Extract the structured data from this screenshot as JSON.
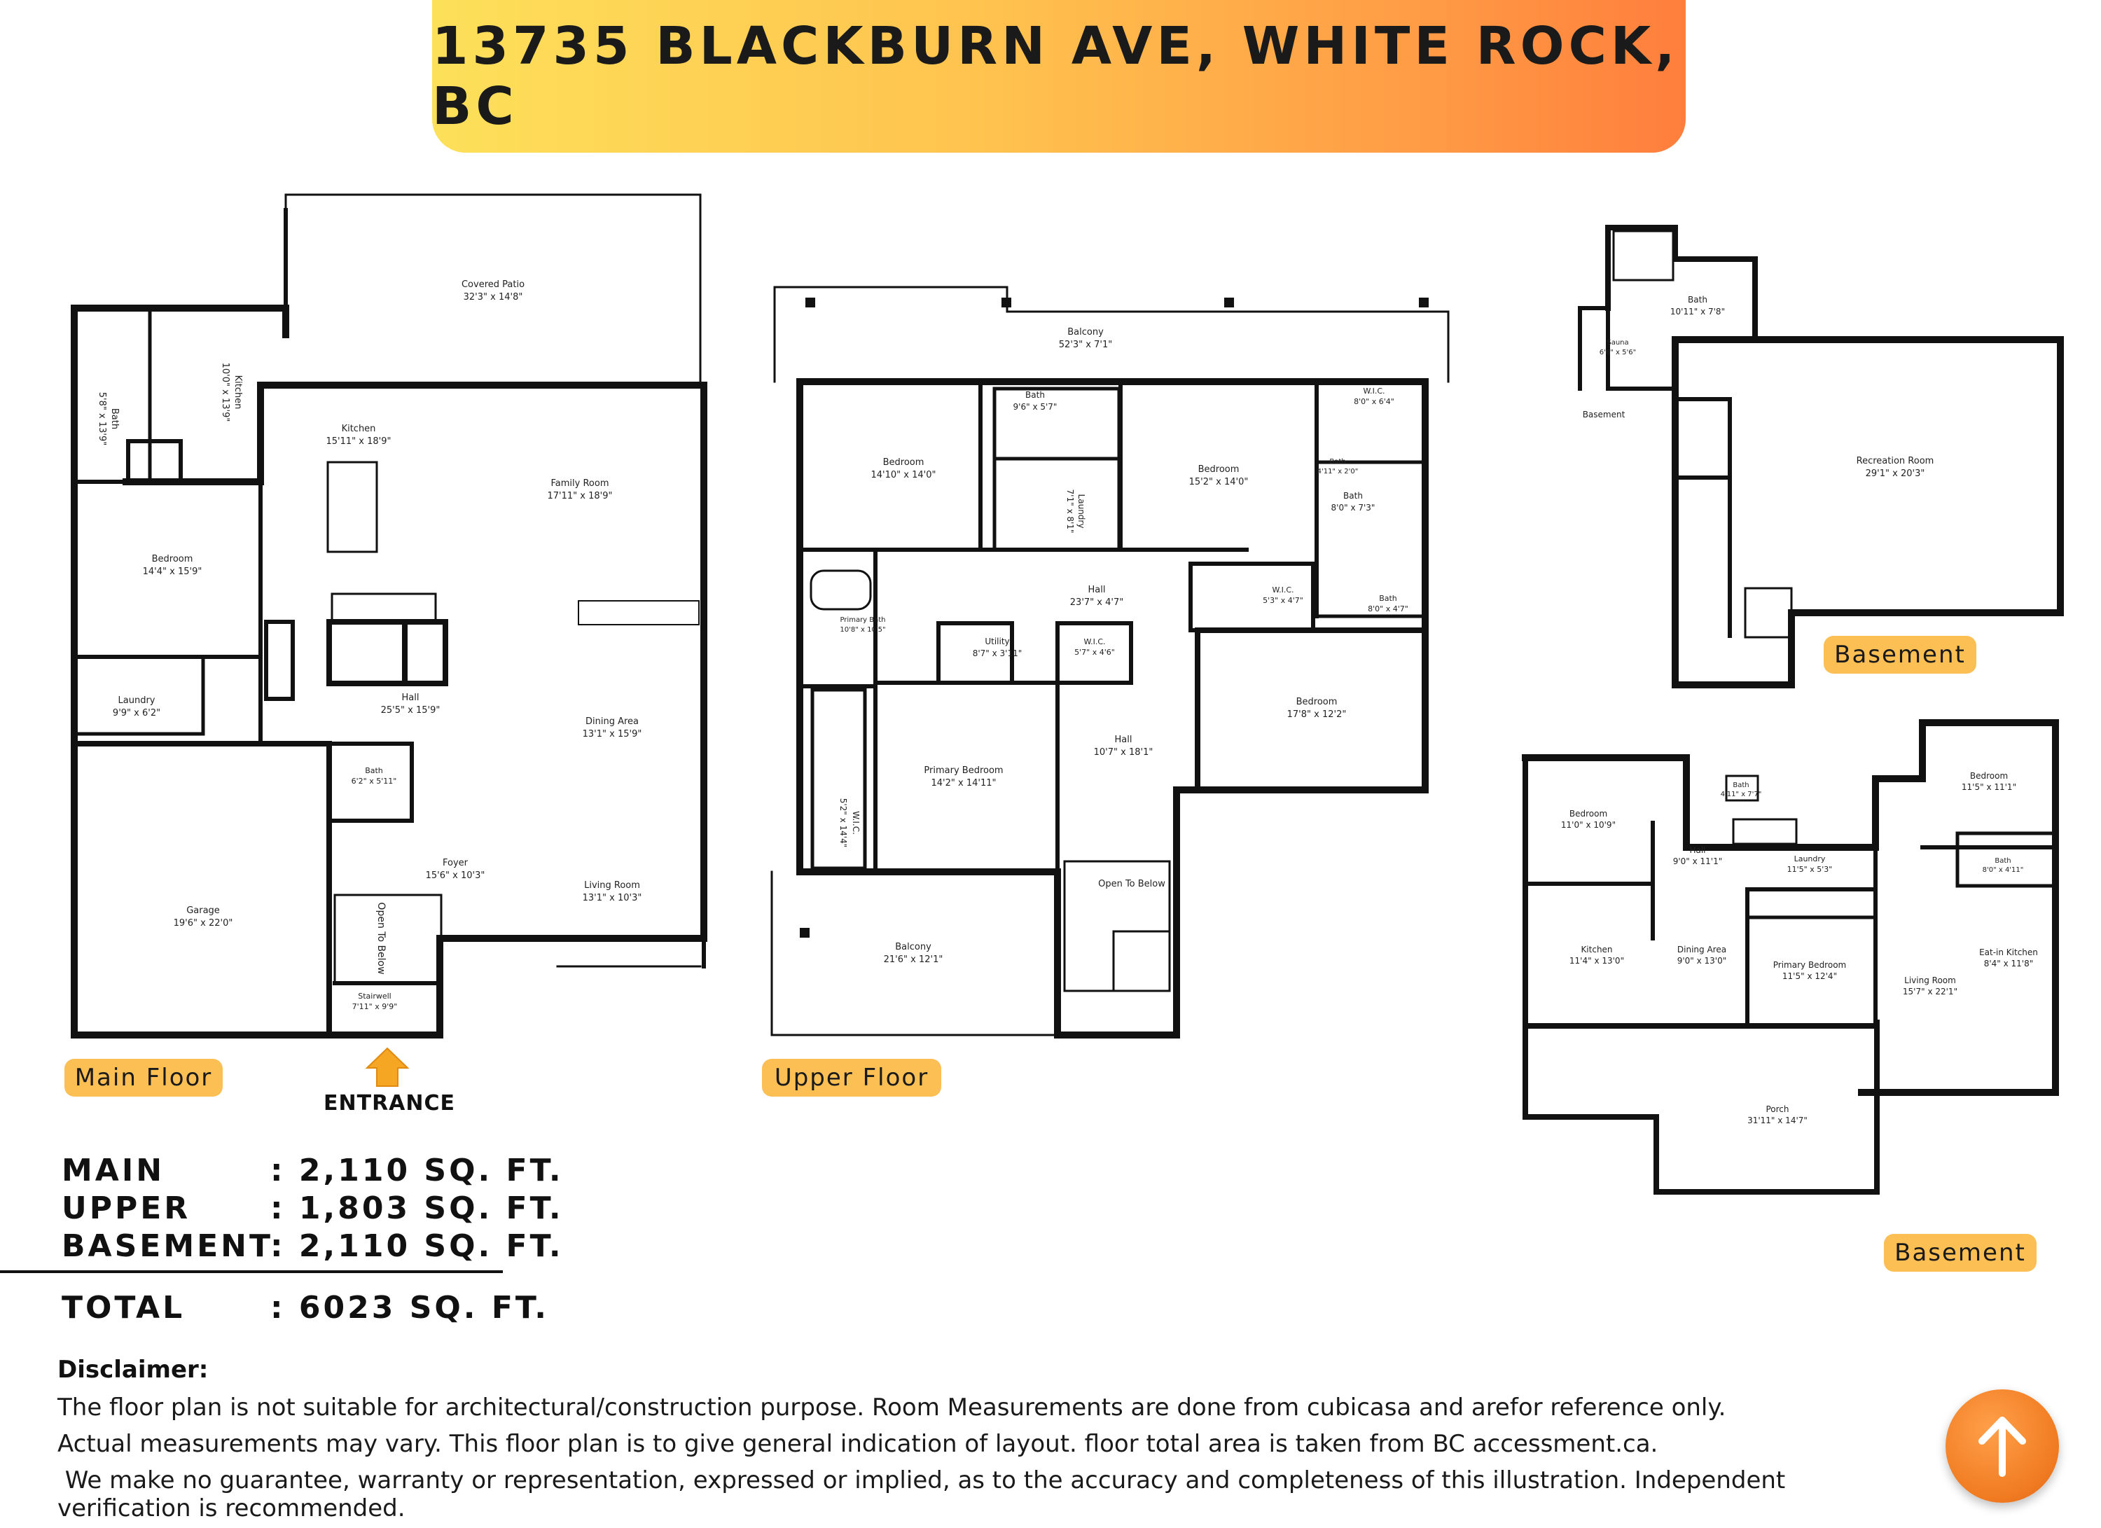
{
  "title": "13735 BLACKBURN AVE, WHITE ROCK, BC",
  "floors": {
    "main": {
      "label": "Main Floor",
      "rooms": [
        {
          "name": "Covered Patio",
          "dims": "32'3\" x 14'8\""
        },
        {
          "name": "Bath",
          "dims": "5'8\" x 13'9\""
        },
        {
          "name": "Kitchen",
          "dims": "10'0\" x 13'9\""
        },
        {
          "name": "Kitchen",
          "dims": "15'11\" x 18'9\""
        },
        {
          "name": "Family Room",
          "dims": "17'11\" x 18'9\""
        },
        {
          "name": "Bedroom",
          "dims": "14'4\" x 15'9\""
        },
        {
          "name": "Laundry",
          "dims": "9'9\" x 6'2\""
        },
        {
          "name": "Hall",
          "dims": "25'5\" x 15'9\""
        },
        {
          "name": "Dining Area",
          "dims": "13'1\" x 15'9\""
        },
        {
          "name": "Bath",
          "dims": "6'2\" x 5'11\""
        },
        {
          "name": "Garage",
          "dims": "19'6\" x 22'0\""
        },
        {
          "name": "Foyer",
          "dims": "15'6\" x 10'3\""
        },
        {
          "name": "Living Room",
          "dims": "13'1\" x 10'3\""
        },
        {
          "name": "Stairwell",
          "dims": "7'11\" x 9'9\""
        }
      ],
      "open_to_below": "Open To Below",
      "entrance": "ENTRANCE"
    },
    "upper": {
      "label": "Upper Floor",
      "rooms": [
        {
          "name": "Balcony",
          "dims": "52'3\" x 7'1\""
        },
        {
          "name": "Bath",
          "dims": "9'6\" x 5'7\""
        },
        {
          "name": "W.I.C.",
          "dims": "8'0\" x 6'4\""
        },
        {
          "name": "Bedroom",
          "dims": "14'10\" x 14'0\""
        },
        {
          "name": "Laundry",
          "dims": "7'1\" x 8'1\""
        },
        {
          "name": "Bedroom",
          "dims": "15'2\" x 14'0\""
        },
        {
          "name": "Bath",
          "dims": "4'11\" x 2'0\""
        },
        {
          "name": "Bath",
          "dims": "8'0\" x 7'3\""
        },
        {
          "name": "Hall",
          "dims": "23'7\" x 4'7\""
        },
        {
          "name": "W.I.C.",
          "dims": "5'3\" x 4'7\""
        },
        {
          "name": "Bath",
          "dims": "8'0\" x 4'7\""
        },
        {
          "name": "Primary Bath",
          "dims": "10'8\" x 10'5\""
        },
        {
          "name": "Utility",
          "dims": "8'7\" x 3'11\""
        },
        {
          "name": "W.I.C.",
          "dims": "5'7\" x 4'6\""
        },
        {
          "name": "Bedroom",
          "dims": "17'8\" x 12'2\""
        },
        {
          "name": "Primary Bedroom",
          "dims": "14'2\" x 14'11\""
        },
        {
          "name": "Hall",
          "dims": "10'7\" x 18'1\""
        },
        {
          "name": "W.I.C.",
          "dims": "5'2\" x 14'4\""
        },
        {
          "name": "Balcony",
          "dims": "21'6\" x 12'1\""
        }
      ],
      "open_to_below": "Open To Below"
    },
    "basement_a": {
      "label": "Basement",
      "rooms": [
        {
          "name": "Bath",
          "dims": "10'11\" x 7'8\""
        },
        {
          "name": "Sauna",
          "dims": "6'6\" x 5'6\""
        },
        {
          "name": "Basement",
          "dims": ""
        },
        {
          "name": "Recreation Room",
          "dims": "29'1\" x 20'3\""
        }
      ]
    },
    "basement_b": {
      "label": "Basement",
      "rooms": [
        {
          "name": "Bedroom",
          "dims": "11'5\" x 11'1\""
        },
        {
          "name": "Bedroom",
          "dims": "11'0\" x 10'9\""
        },
        {
          "name": "Bath",
          "dims": "4'11\" x 7'7\""
        },
        {
          "name": "Hall",
          "dims": "9'0\" x 11'1\""
        },
        {
          "name": "Laundry",
          "dims": "11'5\" x 5'3\""
        },
        {
          "name": "Bath",
          "dims": "8'0\" x 4'11\""
        },
        {
          "name": "Kitchen",
          "dims": "11'4\" x 13'0\""
        },
        {
          "name": "Dining Area",
          "dims": "9'0\" x 13'0\""
        },
        {
          "name": "Primary Bedroom",
          "dims": "11'5\" x 12'4\""
        },
        {
          "name": "Eat-in Kitchen",
          "dims": "8'4\" x 11'8\""
        },
        {
          "name": "Living Room",
          "dims": "15'7\" x 22'1\""
        },
        {
          "name": "Porch",
          "dims": "31'11\" x 14'7\""
        }
      ]
    }
  },
  "areas": {
    "main": {
      "name": "MAIN",
      "value": ": 2,110 SQ. FT."
    },
    "upper": {
      "name": "UPPER",
      "value": ": 1,803 SQ. FT."
    },
    "basement": {
      "name": "BASEMENT",
      "value": ": 2,110 SQ. FT."
    },
    "total": {
      "name": "TOTAL",
      "value": ": 6023 SQ. FT."
    }
  },
  "disclaimer": {
    "title": "Disclaimer:",
    "lines": [
      "The floor plan is not suitable for architectural/construction purpose. Room Measurements are done from cubicasa and arefor reference only.",
      "Actual measurements may vary. This floor plan is to give general indication of layout. floor total area is taken from BC accessment.ca.",
      " We make no guarantee, warranty or representation, expressed or implied, as to the accuracy and completeness of this illustration. Independent",
      "verification is recommended."
    ]
  },
  "colors": {
    "banner_start": "#fde05a",
    "banner_end": "#ff7e3c",
    "label_pill": "#fbbf54",
    "entrance_arrow": "#f5a623",
    "scroll_button": "#f07a20",
    "wall": "#111111"
  },
  "icons": {
    "entrance_arrow": "arrow-up-icon",
    "scroll_top": "arrow-up-icon"
  }
}
